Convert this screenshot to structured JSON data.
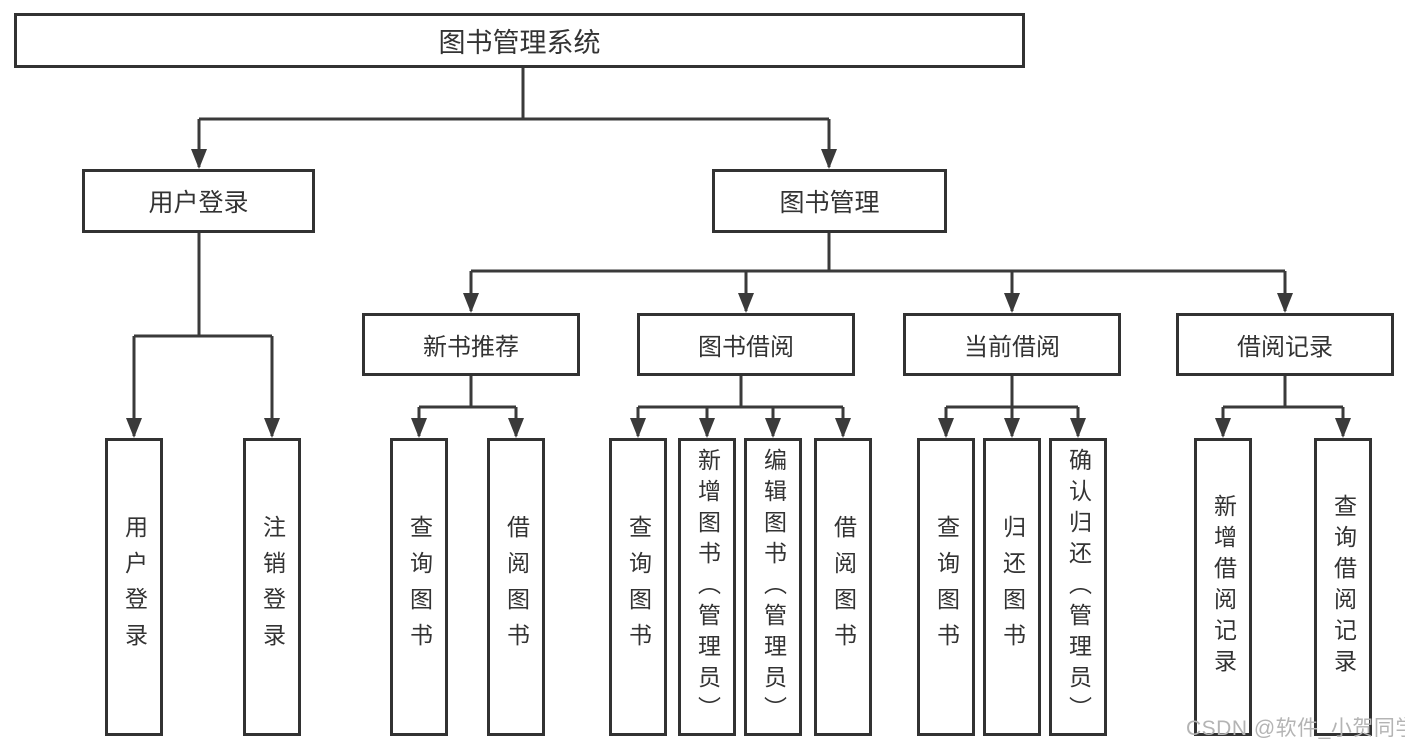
{
  "colors": {
    "box_border": "#323232",
    "connector": "#3a3a3a",
    "text": "#333333",
    "watermark": "#b4b4b4",
    "background": "#ffffff"
  },
  "tree": {
    "root": {
      "label": "图书管理系统"
    },
    "branches": [
      {
        "label": "用户登录",
        "children": [
          {
            "label": "用户登录"
          },
          {
            "label": "注销登录"
          }
        ]
      },
      {
        "label": "图书管理",
        "groups": [
          {
            "label": "新书推荐",
            "children": [
              {
                "label": "查询图书"
              },
              {
                "label": "借阅图书"
              }
            ]
          },
          {
            "label": "图书借阅",
            "children": [
              {
                "label": "查询图书"
              },
              {
                "label": "新增图书（管理员）"
              },
              {
                "label": "编辑图书（管理员）"
              },
              {
                "label": "借阅图书"
              }
            ]
          },
          {
            "label": "当前借阅",
            "children": [
              {
                "label": "查询图书"
              },
              {
                "label": "归还图书"
              },
              {
                "label": "确认归还（管理员）"
              }
            ]
          },
          {
            "label": "借阅记录",
            "children": [
              {
                "label": "新增借阅记录"
              },
              {
                "label": "查询借阅记录"
              }
            ]
          }
        ]
      }
    ]
  },
  "watermark": {
    "text": "CSDN @软件_小贺同学"
  }
}
